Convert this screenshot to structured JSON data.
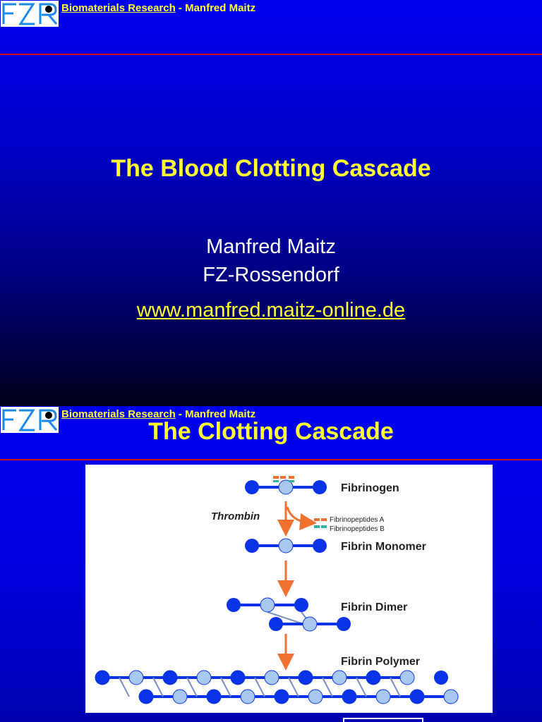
{
  "header": {
    "logo_text": "FZR",
    "link_text": "Biomaterials Research",
    "separator": " - ",
    "author": "Manfred Maitz"
  },
  "slide1": {
    "title": "The Blood Clotting Cascade",
    "author_name": "Manfred Maitz",
    "institution": "FZ-Rossendorf",
    "url": "www.manfred.maitz-online.de"
  },
  "slide2": {
    "title": "The Clotting Cascade",
    "diagram": {
      "enzyme_label": "Thrombin",
      "stages": [
        "Fibrinogen",
        "Fibrin Monomer",
        "Fibrin Dimer",
        "Fibrin Polymer"
      ],
      "byproducts": [
        "Fibrinopeptides A",
        "Fibrinopeptides B"
      ]
    }
  },
  "colors": {
    "title": "#ffff33",
    "node_dark": "#0a32e6",
    "node_light": "#a8c8f0",
    "arrow": "#f07030",
    "peptide_a": "#f07030",
    "peptide_b": "#30b0a0"
  }
}
